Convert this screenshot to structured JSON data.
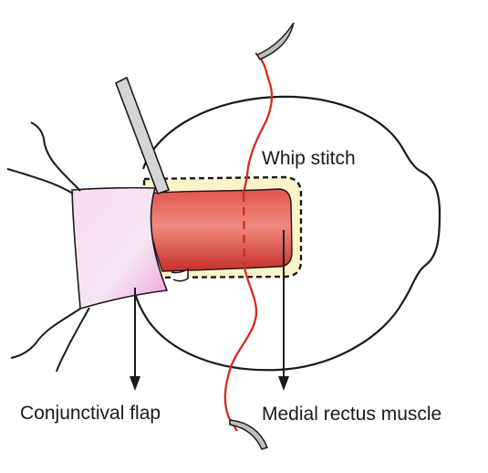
{
  "labels": {
    "whip_stitch": "Whip stitch",
    "conjunctival_flap": "Conjunctival flap",
    "medial_rectus_muscle": "Medial rectus muscle"
  },
  "colors": {
    "suture": "#d42a1e",
    "muscle": "#d9413a",
    "muscle_highlight": "#f08a80",
    "conjunctiva": "#f4c8e6",
    "tendon_insertion_area": "#fbf3c9",
    "outline": "#1a1a1a",
    "instrument": "#d5d5d5",
    "needle": "#bfbfbf"
  }
}
